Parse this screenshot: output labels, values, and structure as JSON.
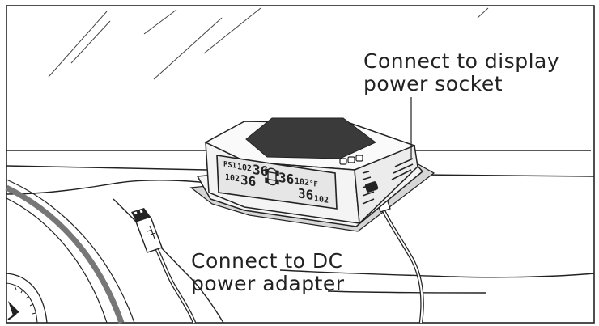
{
  "callouts": {
    "display_socket": [
      "Connect to display",
      "power socket"
    ],
    "dc_adapter": [
      "Connect to DC",
      "power adapter"
    ]
  },
  "lcd": {
    "unit_pressure": "PSI",
    "unit_temp": "°F",
    "readings": [
      {
        "pressure": "36",
        "temp": "102"
      },
      {
        "pressure": "36",
        "temp": "102"
      },
      {
        "pressure": "36",
        "temp": "102"
      },
      {
        "pressure": "36",
        "temp": "102"
      }
    ]
  },
  "colors": {
    "line": "#222222",
    "device_body": "#f4f4f4",
    "solar_panel": "#3a3a3a",
    "mat": "#d6d6d6"
  }
}
